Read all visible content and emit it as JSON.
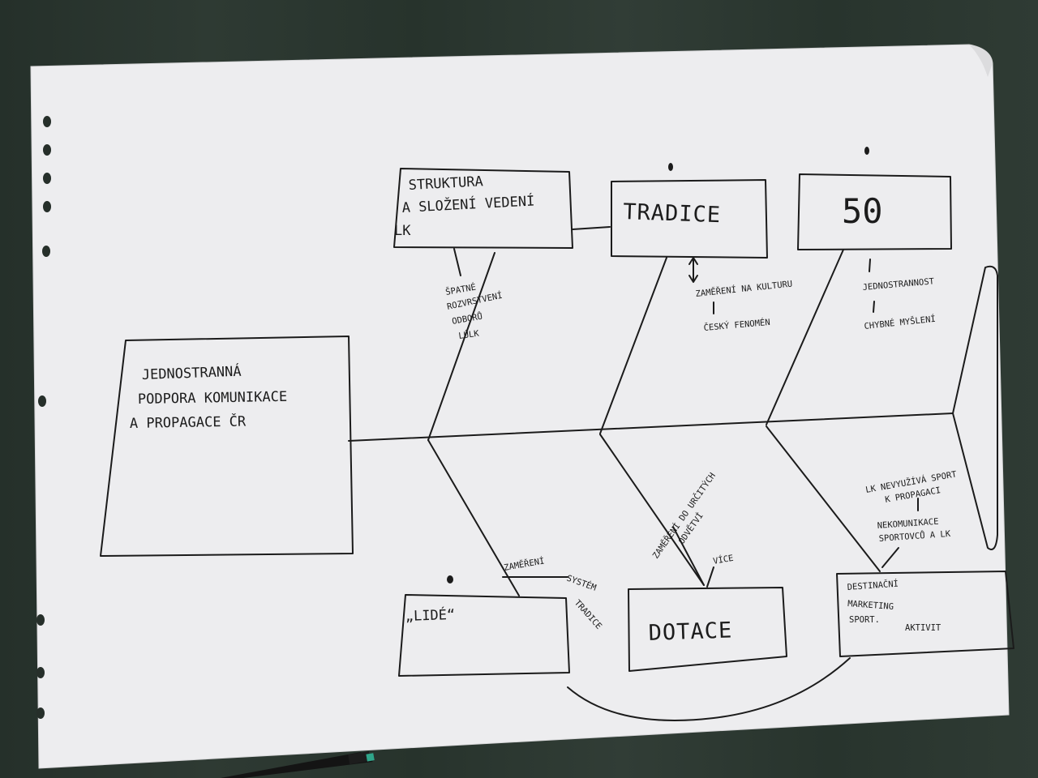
{
  "diagram": {
    "head": {
      "lines": [
        "JEDNOSTRANNÁ",
        "PODPORA KOMUNIKACE",
        "A PROPAGACE ČR"
      ]
    },
    "categories": {
      "struktura": {
        "lines": [
          "STRUKTURA",
          "A SLOŽENÍ VEDENÍ",
          "LK"
        ]
      },
      "tradice": {
        "label": "TRADICE"
      },
      "cislo": {
        "label": "50"
      },
      "lide": {
        "label": "„LIDÉ“"
      },
      "dotace": {
        "label": "DOTACE"
      },
      "marketing": {
        "lines": [
          "DESTINAČNÍ",
          "MARKETING",
          "SPORT.",
          "AKTIVIT"
        ]
      }
    },
    "causes": {
      "struktura": [
        "ŠPATNÉ",
        "ROZVRSTVENÍ",
        "ODBORŮ",
        "LÚLK"
      ],
      "tradice_1": "ZAMĚŘENÍ NA KULTURU",
      "tradice_2": "ČESKÝ FENOMÉN",
      "cislo_1": "JEDNOSTRANNOST",
      "cislo_2": "CHYBNÉ MYŠLENÍ",
      "lide_1": "ZAMĚŘENÍ",
      "lide_2": "SYSTÉM",
      "lide_3": "TRADICE",
      "dotace_1": [
        "ZAMĚŘENÍ DO URČITÝCH",
        "ODVĚTVÍ"
      ],
      "dotace_2": "VÍCE",
      "marketing_1": [
        "LK NEVYUŽÍVÁ SPORT",
        "K PROPAGACI"
      ],
      "marketing_2": [
        "NEKOMUNIKACE",
        "SPORTOVCŮ A LK"
      ]
    }
  }
}
